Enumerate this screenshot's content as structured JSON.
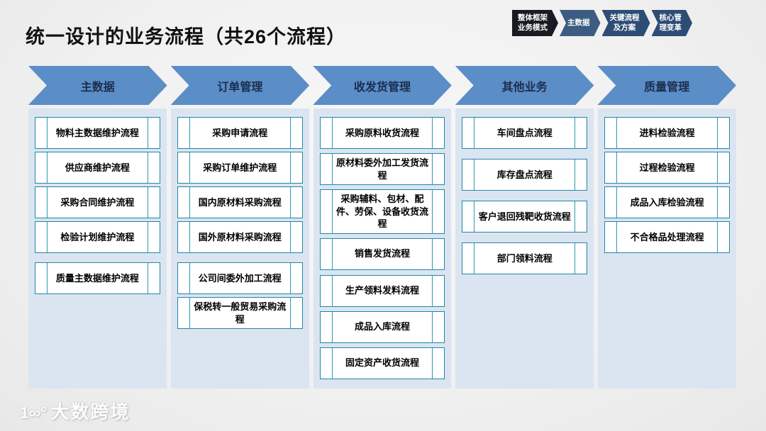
{
  "slide": {
    "title": "统一设计的业务流程（共26个流程）",
    "watermark": {
      "logo_glyph": "1∞°",
      "text": "大数跨境"
    }
  },
  "colors": {
    "header_arrow_blue": "#5b8dc7",
    "panel_background": "#dbe5f1",
    "box_border_teal": "#2187a5",
    "header_text_navy": "#1b2e4d"
  },
  "nav_badges": [
    {
      "lines": [
        "整体框架",
        "业务模式"
      ],
      "color": "#191b22"
    },
    {
      "lines": [
        "主数据"
      ],
      "color": "#3d5c82"
    },
    {
      "lines": [
        "关键流程",
        "及方案"
      ],
      "color": "#2e4d75"
    },
    {
      "lines": [
        "核心管",
        "理变革"
      ],
      "color": "#2e4d75"
    }
  ],
  "columns": [
    {
      "header": "主数据",
      "boxes": [
        "物料主数据维护流程",
        "供应商维护流程",
        "采购合同维护流程",
        "检验计划维护流程",
        "质量主数据维护流程"
      ]
    },
    {
      "header": "订单管理",
      "boxes": [
        "采购申请流程",
        "采购订单维护流程",
        "国内原材料采购流程",
        "国外原材料采购流程",
        "公司间委外加工流程",
        "保税转一般贸易采购流程"
      ]
    },
    {
      "header": "收发货管理",
      "boxes": [
        "采购原料收货流程",
        "原材料委外加工发货流程",
        "采购辅料、包材、配件、劳保、设备收货流程",
        "销售发货流程",
        "生产领料发料流程",
        "成品入库流程",
        "固定资产收货流程"
      ]
    },
    {
      "header": "其他业务",
      "boxes": [
        "车间盘点流程",
        "库存盘点流程",
        "客户退回残靶收货流程",
        "部门领料流程"
      ]
    },
    {
      "header": "质量管理",
      "boxes": [
        "进料检验流程",
        "过程检验流程",
        "成品入库检验流程",
        "不合格品处理流程"
      ]
    }
  ]
}
